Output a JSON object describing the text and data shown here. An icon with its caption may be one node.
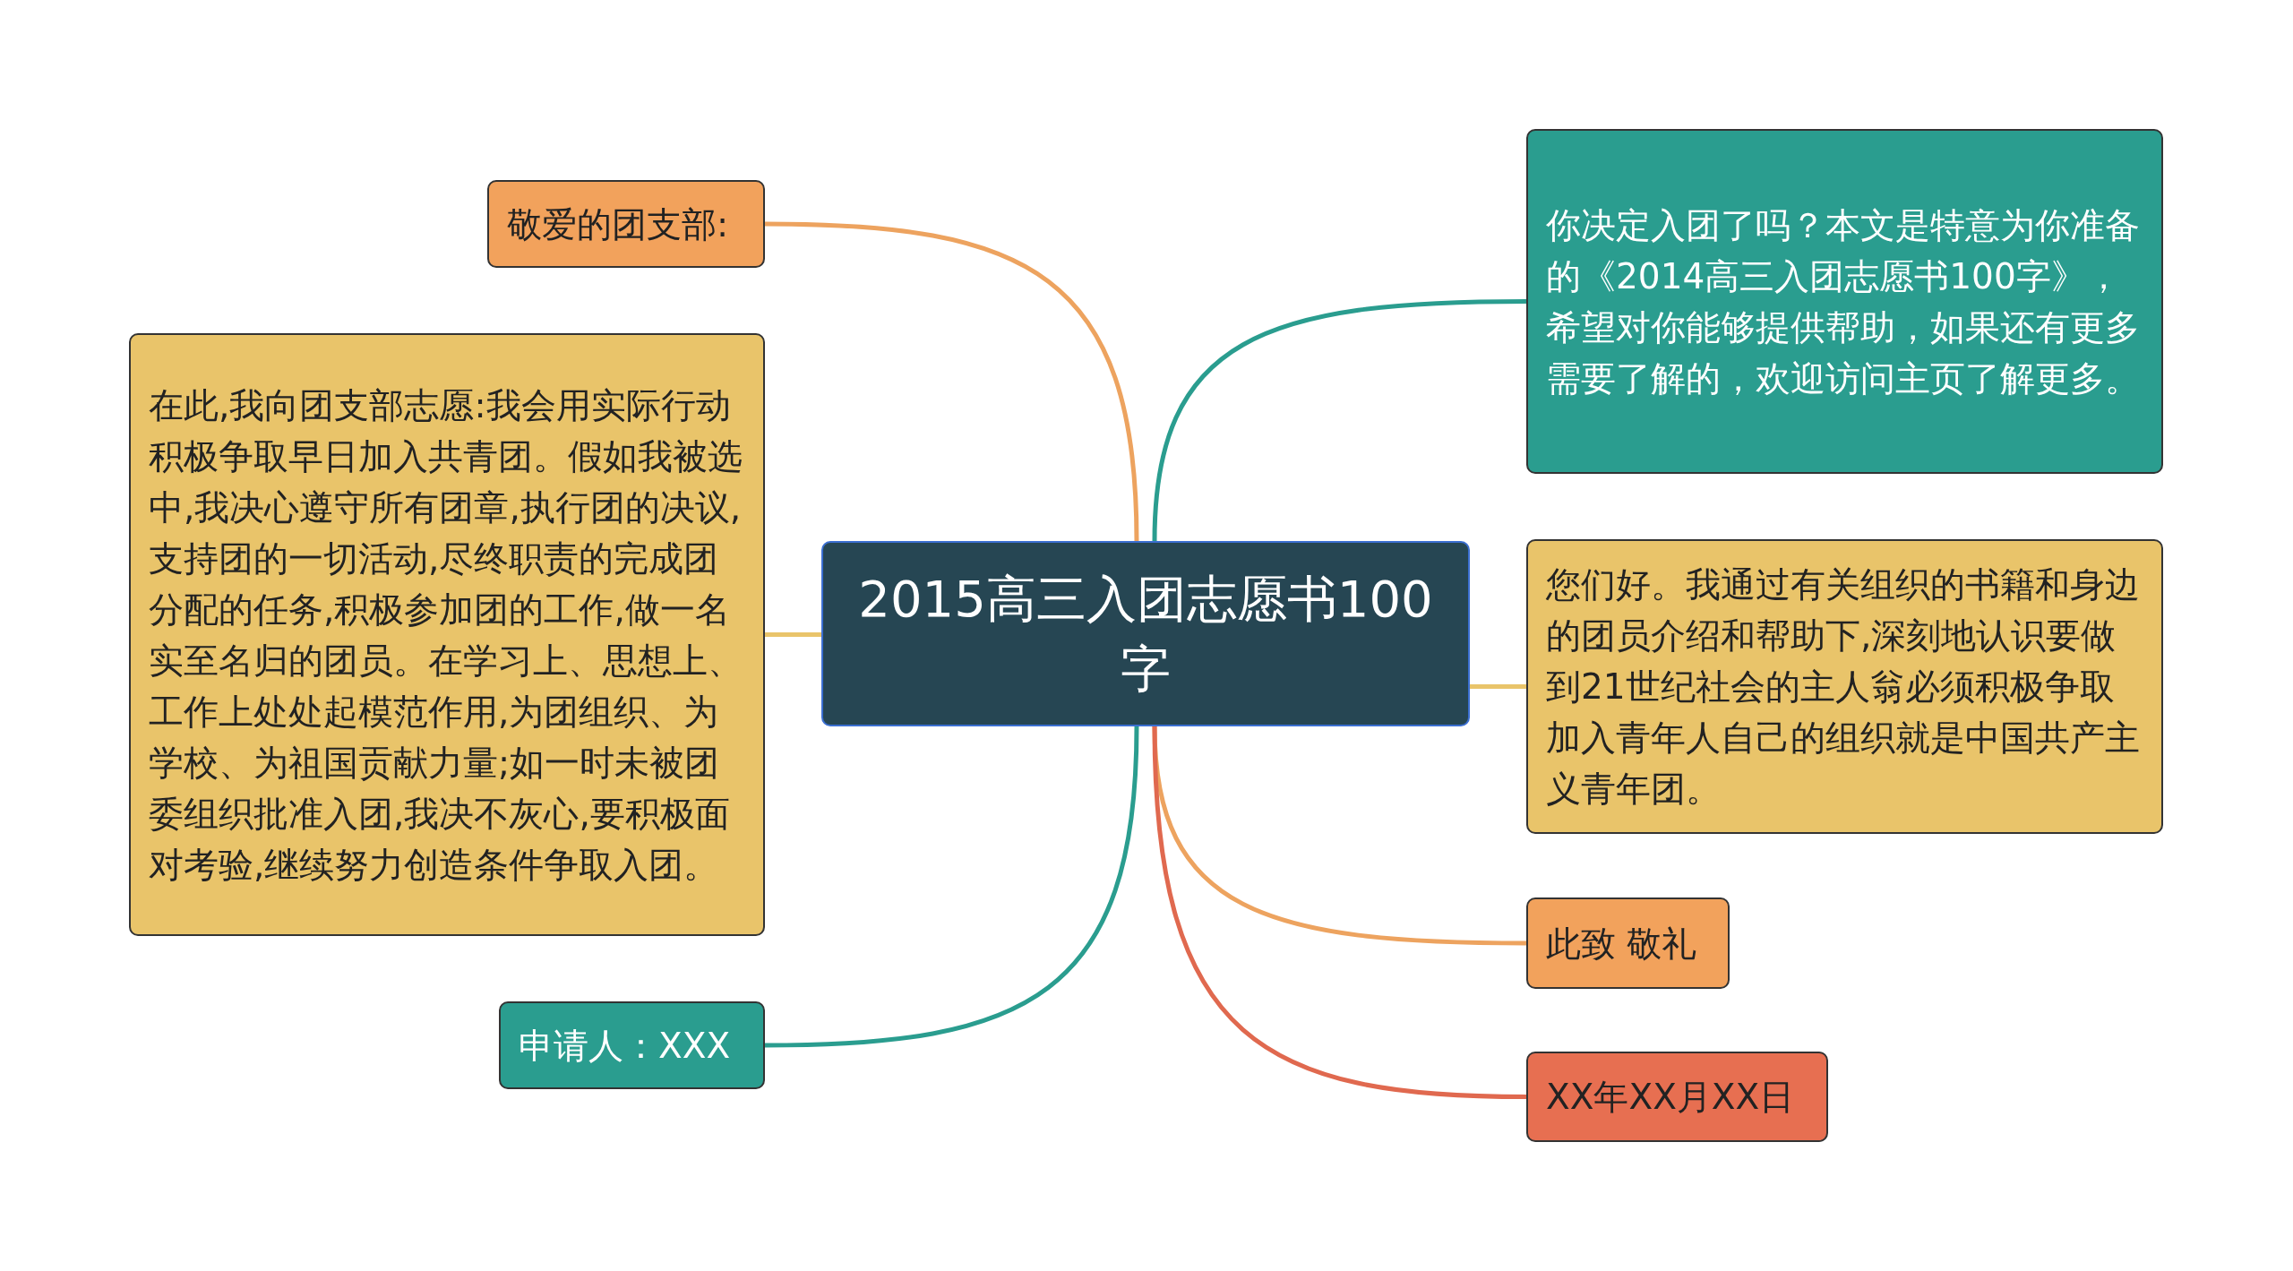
{
  "diagram": {
    "nodes": [
      {
        "text": [
          "2015高三入团志愿书100字"
        ]
      },
      {
        "text": [
          "敬爱的团支部:"
        ]
      },
      {
        "text": [
          "在此,我向团支部志愿:我会用实际行动积极争取早日加入共青团。假如我被选中,我决心遵守所有团章,执行团的决议,支持团的一切活动,尽终职责的完成团分配的任务,积极参加团的工作,做一名实至名归的团员。在学习上、思想上、工作上处处起模范作用,为团组织、为学校、为祖国贡献力量;如一时未被团委组织批准入团,我决不灰心,要积极面对考验,继续努力创造条件争取入团。"
        ]
      },
      {
        "text": [
          "申请人：XXX"
        ]
      },
      {
        "text": [
          "你决定入团了吗？本文是特意为你准备的《2014高三入团志愿书100字》，希望对你能够提供帮助，如果还有更多需要了解的，欢迎访问主页了解更多。"
        ]
      },
      {
        "text": [
          "您们好。我通过有关组织的书籍和身边的团员介绍和帮助下,深刻地认识要做到21世纪社会的主人翁必须积极争取加入青年人自己的组织就是中国共产主义青年团。"
        ]
      },
      {
        "text": [
          "此致 敬礼"
        ]
      },
      {
        "text": [
          "XX年XX月XX日"
        ]
      }
    ],
    "edges": [
      {
        "from": 0,
        "to": 1,
        "arrow": "none",
        "color": "#eda35f"
      },
      {
        "from": 0,
        "to": 2,
        "arrow": "none",
        "color": "#e9c46a"
      },
      {
        "from": 0,
        "to": 3,
        "arrow": "none",
        "color": "#2a9d8f"
      },
      {
        "from": 0,
        "to": 4,
        "arrow": "none",
        "color": "#2a9d8f"
      },
      {
        "from": 0,
        "to": 5,
        "arrow": "none",
        "color": "#e9c46a"
      },
      {
        "from": 0,
        "to": 6,
        "arrow": "none",
        "color": "#eda35f"
      },
      {
        "from": 0,
        "to": 7,
        "arrow": "none",
        "color": "#e0694f"
      }
    ]
  }
}
